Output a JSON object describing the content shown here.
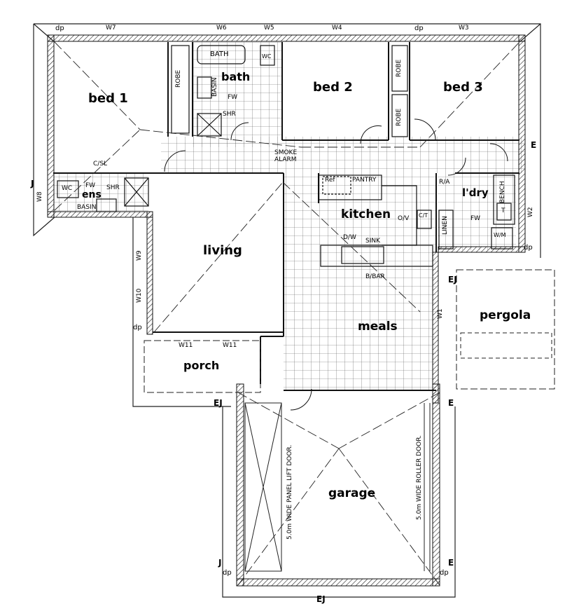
{
  "rooms": {
    "bed1": "bed 1",
    "bed2": "bed 2",
    "bed3": "bed 3",
    "bath": "bath",
    "ens": "ens",
    "kitchen": "kitchen",
    "living": "living",
    "meals": "meals",
    "laundry": "l'dry",
    "porch": "porch",
    "pergola": "pergola",
    "garage": "garage"
  },
  "fixtures": {
    "bath_tub": "BATH",
    "wc": "WC",
    "basin": "BASIN",
    "fw": "FW",
    "shr": "SHR",
    "robe": "ROBE",
    "c_sl": "C/SL",
    "smoke_alarm_1": "SMOKE",
    "smoke_alarm_2": "ALARM",
    "ref": "Ref",
    "pantry": "PANTRY",
    "ov": "O/V",
    "ct": "C/T",
    "dw": "D/W",
    "sink": "SINK",
    "bbar": "B/BAR",
    "ra": "R/A",
    "bench": "BENCH",
    "tub": "T",
    "linen": "LINEN",
    "wm": "W/M"
  },
  "windows": {
    "w1": "W1",
    "w2": "W2",
    "w3": "W3",
    "w4": "W4",
    "w5": "W5",
    "w6": "W6",
    "w7": "W7",
    "w8": "W8",
    "w9": "W9",
    "w10": "W10",
    "w11a": "W11",
    "w11b": "W11"
  },
  "markers": {
    "dp": "dp",
    "ej": "EJ",
    "e": "E",
    "j": "J"
  },
  "notes": {
    "garage_left_door": "5.0m WIDE PANEL LIFT DOOR.",
    "garage_right_door": "5.0m WIDE ROLLER DOOR."
  }
}
